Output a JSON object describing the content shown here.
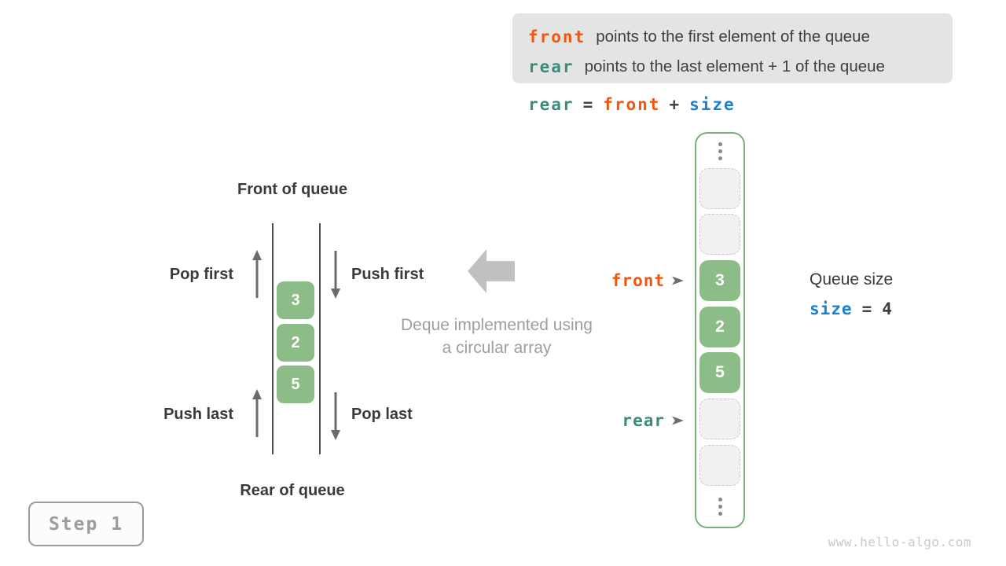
{
  "palette": {
    "front_orange": "#f0560e",
    "rear_teal": "#3b8c7d",
    "size_blue": "#1a80d2",
    "cell_green": "#8dbd86",
    "array_border_green": "#79b077",
    "info_box_gray": "#e5e4e4",
    "dark_text": "#3c3c3c",
    "caption_gray": "#9e9e9e",
    "big_arrow_gray": "#c0c0c0"
  },
  "info_box": {
    "line1_keyword": "front",
    "line1_text": "points to the first element of the queue",
    "line2_keyword": "rear",
    "line2_text": "points to the last element + 1 of the queue"
  },
  "equation": {
    "lhs": "rear",
    "equals": "=",
    "term1": "front",
    "plus": "+",
    "term2": "size"
  },
  "deque_diagram": {
    "front_label": "Front of queue",
    "rear_label": "Rear of queue",
    "pop_first": "Pop first",
    "push_first": "Push first",
    "push_last": "Push last",
    "pop_last": "Pop last",
    "values": [
      "3",
      "2",
      "5"
    ],
    "caption_line1": "Deque implemented using",
    "caption_line2": "a circular array"
  },
  "array_view": {
    "front_pointer": "front",
    "rear_pointer": "rear",
    "cells": [
      {
        "type": "empty",
        "value": ""
      },
      {
        "type": "empty",
        "value": ""
      },
      {
        "type": "filled",
        "value": "3"
      },
      {
        "type": "filled",
        "value": "2"
      },
      {
        "type": "filled",
        "value": "5"
      },
      {
        "type": "empty",
        "value": ""
      },
      {
        "type": "empty",
        "value": ""
      }
    ]
  },
  "queue_size": {
    "label": "Queue size",
    "variable": "size",
    "equals": "=",
    "value": "4"
  },
  "step_badge": {
    "label": "Step 1"
  },
  "watermark": "www.hello-algo.com"
}
